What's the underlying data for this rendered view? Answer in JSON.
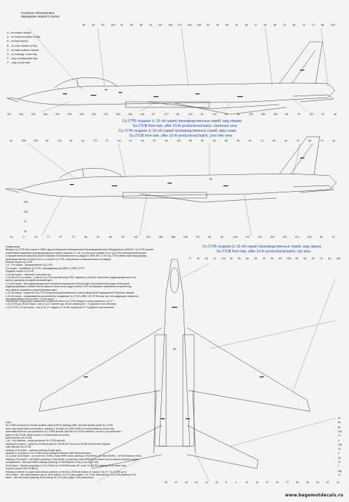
{
  "legend": {
    "title": "Условные обозначения к маркировке знаков по риски",
    "items": [
      "A - на покрыт сверху",
      "A' - on external surface of flap",
      "B - на бокс внутри",
      "B' - on inner surface of flap",
      "C - на нижн поверх створки",
      "C' - on fuselage, under flap",
      "F' - only on jettisonable flap",
      "F'' - only on port side"
    ]
  },
  "view1": {
    "title_ru": "Су-27УБ поздних (с 10-ой серии) производственных серий, вид справа",
    "title_en": "Su-27UB from late, after 10-th productional batch, starboard view",
    "top_numbers": [
      "95",
      "94",
      "92",
      "233",
      "61",
      "66",
      "58",
      "94",
      "63",
      "106",
      "277",
      "245",
      "244",
      "53",
      "52",
      "55",
      "51",
      "48",
      "47",
      "81",
      "88",
      "75",
      "96",
      "74",
      "72",
      "68",
      "225"
    ],
    "bottom_numbers": [
      "137",
      "261",
      "235",
      "264",
      "252",
      "234",
      "242",
      "229",
      "276",
      "243",
      "196",
      "196",
      "57",
      "277",
      "86",
      "247",
      "54",
      "247",
      "45",
      "56",
      "115",
      "280",
      "198",
      "86",
      "79",
      "207",
      "57",
      "46"
    ]
  },
  "view2": {
    "title_ru": "Су-27УБ поздних (с 10-ой серии) производственных серий, вид слева",
    "title_en": "Su-27UB from late, after 10-th productional batch, port side view",
    "top_numbers": [
      "61",
      "235",
      "229",
      "65",
      "113",
      "98",
      "64",
      "277",
      "79",
      "111",
      "57",
      "63",
      "97",
      "64",
      "187",
      "56",
      "55",
      "65",
      "58",
      "98",
      "94",
      "71",
      "89",
      "94",
      "73",
      "65",
      "74",
      "43"
    ],
    "bottom_numbers": [
      "76",
      "77",
      "75",
      "77",
      "67",
      "79",
      "68",
      "70",
      "68",
      "99",
      "101",
      "103",
      "188",
      "186",
      "108",
      "107",
      "95",
      "81",
      "105",
      "107",
      "101",
      "104",
      "102",
      "111",
      "202",
      "85",
      "97"
    ],
    "left_numbers": [
      "235",
      "229",
      "73",
      "16"
    ]
  },
  "notes_top": {
    "heading": "Примечание",
    "lines": [
      "Выпуск Су-27УБ был начат в 1986 году на Иркутском Авиационном Производственном Объединении (ИАПО). Су-27УБ ранних",
      "(заботливой кампании производственных серий, начиная с 1-ой, но при этом первые 5 шт Су-27УБ (экспериментальной",
      "и прикрепленной самолеты были собраны в Комсомольске-на-Амуре в 1984-85 г. и эти Су-27УБ имели свою маркировку",
      "производственных серий (1-я и 2-я серии Су-27УБ, собранные в Комсомольске-на-Амуре)",
      "Ранние серии Су-27УБ",
      "1-я - 5-я серии - предсерийные Су-27УБ,",
      "5-я серия - серийные Су-27УБ, прошедшими для ВВС и ПВО СССР",
      "Поздние серии Су-27УБ",
      "с 10-ой серии - \"светлый\" чистовой газ;",
      "с 10-ой по 12-ю серии - у части Су-27УБ нижний конус РЛС окрашен в белый, остальные радиопрозрачные эле-",
      "менты окрашены в серый матовый цвет;",
      "с 13-ой серии - все радиопрозрачные элементы окрашены в белый цвет, за исключением двух небольших",
      "радиопрозрачных элементов на нижней части носа и двух антенн СРО на боковых поверхностях килей под",
      "эти камеры окрашены серым матовым цвет;",
      "с 20-ой серии - покрытие Су-27УБ получили дополнительные щитки Иркутской Гражданской Обороны защита",
      "с 32-ой серии - окрашиваются исполненные поздними Су-27УБ с ВВС СССР России, все последующие самолеты",
      "пронумерованы полностью с 10-ой серии."
    ]
  },
  "notes_mid": {
    "lines": [
      "Нанесение следующих надписей в отвесной части Су-27УБ сверху и снизу изменено: Су-27 -",
      "с Су-27УБ до 19-ой серии - как у Су-27 ранних (до 16-ой серии) рис.1 +3 (длина и постоянные) ,",
      "с Су-27УБ с 19-ой серии - как у Су-27 поздних (с 19-ой серии) рис.2+ 3 (длина и постоянные)"
    ]
  },
  "view3": {
    "title_ru": "Су-27УБ поздних (с 10-ой серии) производственных серий, вид сверху",
    "title_en": "Su-27UB from late, after 10-th productional batch, top view",
    "top_numbers": [
      "77",
      "99",
      "28",
      "31",
      "212",
      "33",
      "35",
      "84",
      "28",
      "28",
      "94",
      "89",
      "200",
      "96",
      "99",
      "89",
      "74",
      "82",
      "262"
    ],
    "right_numbers": [
      "57",
      "52",
      "82",
      "230",
      "77",
      "5",
      "130",
      "15",
      "4",
      "16",
      "17",
      "7",
      "262",
      "77"
    ],
    "bottom_numbers": [
      "52",
      "67",
      "94",
      "94",
      "15",
      "10",
      "5",
      "4",
      "91",
      "16",
      "97",
      "70",
      "77",
      "82",
      "95",
      "94",
      "57",
      "13"
    ]
  },
  "notes_bottom": {
    "heading": "Note:",
    "lines": [
      "Su-27UB produced in Irkutsk aviation plant (IAPO) starting 1986, and this Irkutsk made Su-27UB",
      "have own serial batch numeration, starting 1-th batch (in 1984-1985 in Komsomolsk-on-Amur was",
      "assembled first five pre-production Su-27UB aircraft, and this Su-27UB marked 1-st and 2-nd production",
      "batch of Su-27UB, which made in Komsomolsk-on-Amur).",
      "Early batches Su-27UB",
      "1-st - 5-th batches - preproductional Su-27UB aircraft;",
      "starting 6-th batch - serial Su-27UB aircraft for USSR Air Force and USSR Air Defense System.",
      "Late batches Su-27UB",
      "starting 10-th batch - radome painting in light grey;",
      "starting 11-th batch in Su-27UB's have enlarged behavior with tilted-direction;",
      "11-th and 12-th batch - on some Su-27UB a nose RWR cone painting in Flat White, all other RWR's - in Flat Radome Grey;",
      "starting 13-th batch - all RWR's painting in Flat White, except two small RWR's on bottom and on lateral surfaces engine",
      "compartment - this two RWR's always painting in Flat Radome Grey or as Su-27UB;",
      "32-th batch - Mostly producing of Su-27UB's for USSR/Russian AF, most Su-27UB's starting 33-th batch was",
      "export's (export Su-27UBK's)",
      "",
      "Placing of stencil on upper and bottom surfaces of the Su-27UB tail section is equal to Su-27: Su-27UB up to",
      "19-th batch - like early batches (up to 18-th batch) Su-27's (see pages 1 or 2 this instructions), Su-27UB starting 19-th",
      "batch - like late batch (starting 16-th batch) Su-27's (see page 2 this instruction)."
    ]
  },
  "footer": {
    "url": "www.begemotdecals.ru"
  }
}
